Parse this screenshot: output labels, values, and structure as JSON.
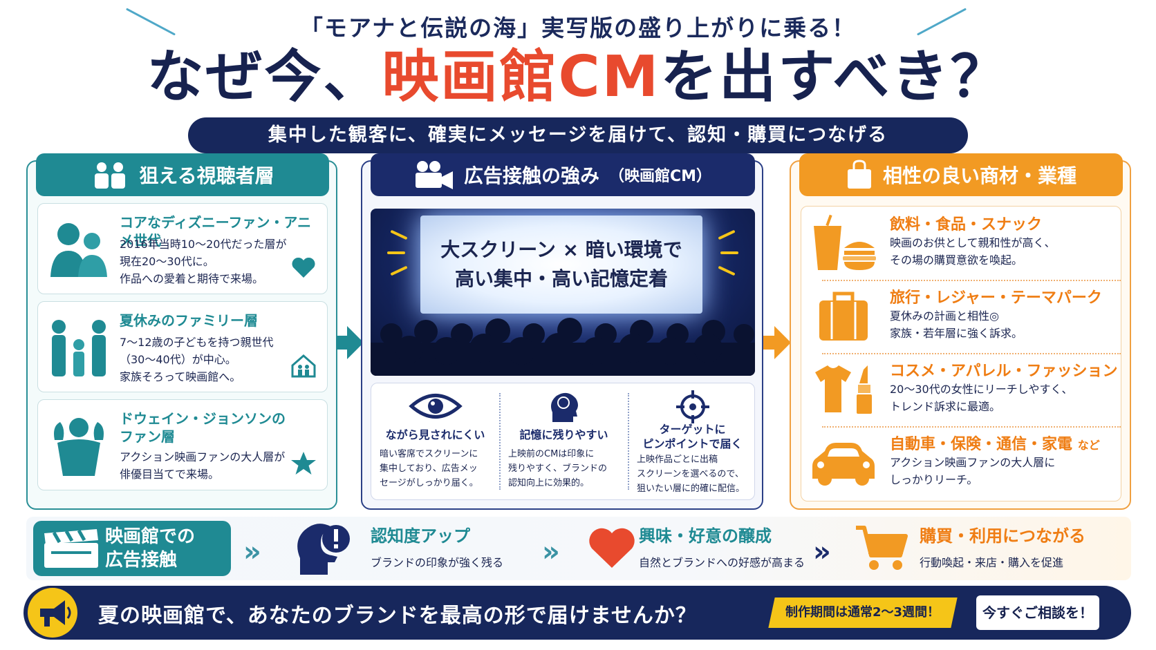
{
  "header": {
    "tagline": "「モアナと伝説の海」実写版の盛り上がりに乗る！",
    "title_pre": "なぜ今、",
    "title_highlight": "映画館CM",
    "title_post": "を出すべき？",
    "subtitle": "集中した観客に、確実にメッセージを届けて、認知・購買につなげる"
  },
  "left": {
    "heading": "狙える視聴者層",
    "cards": [
      {
        "title": "コアなディズニーファン・アニメ世代",
        "lines": [
          "2016年当時10〜20代だった層が",
          "現在20〜30代に。",
          "作品への愛着と期待で来場。"
        ]
      },
      {
        "title": "夏休みのファミリー層",
        "lines": [
          "7〜12歳の子どもを持つ親世代",
          "（30〜40代）が中心。",
          "家族そろって映画館へ。"
        ]
      },
      {
        "title": "ドウェイン・ジョンソンの\nファン層",
        "lines": [
          "アクション映画ファンの大人層が",
          "俳優目当てで来場。"
        ]
      }
    ]
  },
  "middle": {
    "heading": "広告接触の強み",
    "heading_sub": "（映画館CM）",
    "screen_line1": "大スクリーン × 暗い環境で",
    "screen_line2": "高い集中・高い記憶定着",
    "features": [
      {
        "title": "ながら見されにくい",
        "lines": [
          "暗い客席でスクリーンに",
          "集中しており、広告メッ",
          "セージがしっかり届く。"
        ]
      },
      {
        "title": "記憶に残りやすい",
        "lines": [
          "上映前のCMは印象に",
          "残りやすく、ブランドの",
          "認知向上に効果的。"
        ]
      },
      {
        "title": "ターゲットに\nピンポイントで届く",
        "lines": [
          "上映作品ごとに出稿",
          "スクリーンを選べるので、",
          "狙いたい層に的確に配信。"
        ]
      }
    ]
  },
  "right": {
    "heading": "相性の良い商材・業種",
    "items": [
      {
        "title": "飲料・食品・スナック",
        "suffix": "",
        "lines": [
          "映画のお供として親和性が高く、",
          "その場の購買意欲を喚起。"
        ]
      },
      {
        "title": "旅行・レジャー・テーマパーク",
        "suffix": "",
        "lines": [
          "夏休みの計画と相性◎",
          "家族・若年層に強く訴求。"
        ]
      },
      {
        "title": "コスメ・アパレル・ファッション",
        "suffix": "",
        "lines": [
          "20〜30代の女性にリーチしやすく、",
          "トレンド訴求に最適。"
        ]
      },
      {
        "title": "自動車・保険・通信・家電",
        "suffix": "など",
        "lines": [
          "アクション映画ファンの大人層に",
          "しっかりリーチ。"
        ]
      }
    ]
  },
  "flow": {
    "start_line1": "映画館での",
    "start_line2": "広告接触",
    "steps": [
      {
        "title": "認知度アップ",
        "desc": "ブランドの印象が強く残る"
      },
      {
        "title": "興味・好意の醸成",
        "desc": "自然とブランドへの好感が高まる"
      },
      {
        "title": "購買・利用につながる",
        "desc": "行動喚起・来店・購入を促進"
      }
    ]
  },
  "cta": {
    "text": "夏の映画館で、あなたのブランドを最高の形で届けませんか？",
    "badge": "制作期間は通常2〜3週間！",
    "button": "今すぐご相談を！"
  },
  "colors": {
    "navy": "#17275c",
    "teal": "#1f8a93",
    "orange": "#f29a23",
    "red": "#e84a2e",
    "yellow": "#f5c518"
  }
}
